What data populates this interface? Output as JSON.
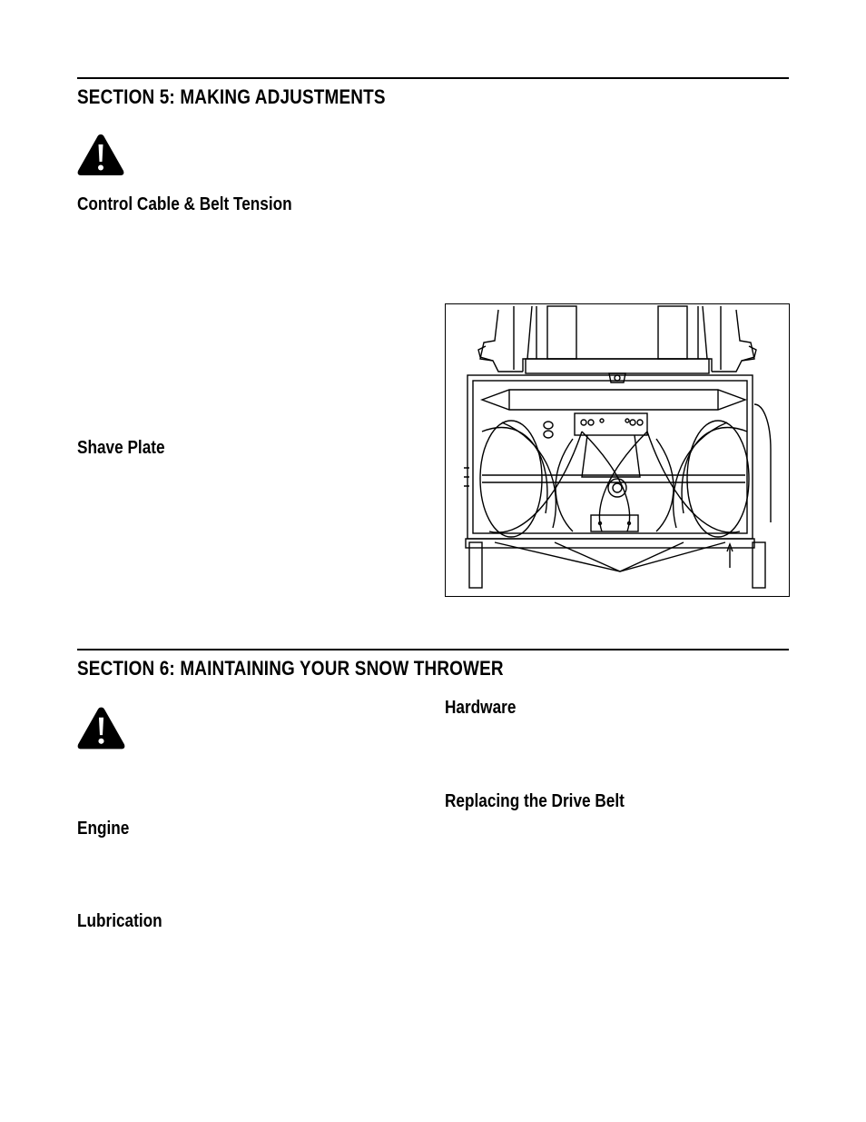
{
  "section5": {
    "title": "SECTION 5:  MAKING ADJUSTMENTS",
    "warning_icon": "warning-triangle-icon",
    "subsections": {
      "control_cable": "Control Cable & Belt Tension",
      "shave_plate": "Shave Plate"
    },
    "figure_icon": "snow-thrower-auger-housing-illustration"
  },
  "section6": {
    "title": "SECTION 6:  MAINTAINING YOUR SNOW THROWER",
    "warning_icon": "warning-triangle-icon",
    "subsections": {
      "engine": "Engine",
      "lubrication": "Lubrication",
      "hardware": "Hardware",
      "drive_belt": "Replacing the Drive Belt"
    }
  }
}
